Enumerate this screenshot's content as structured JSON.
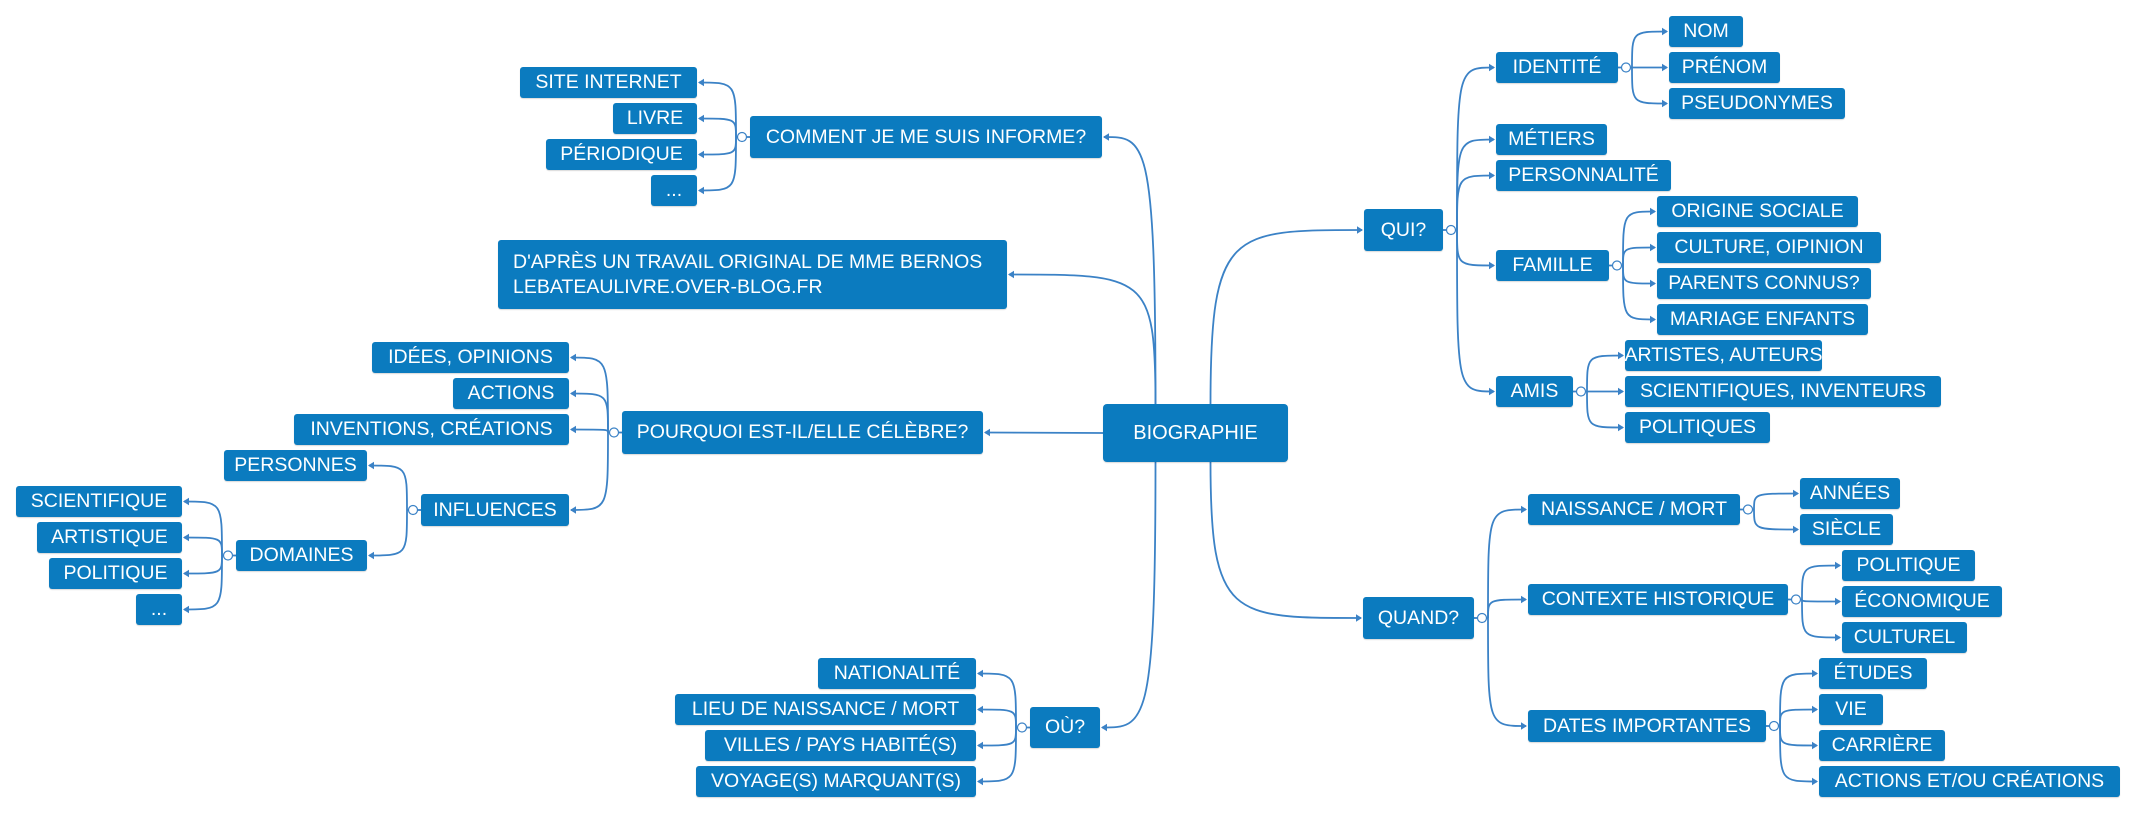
{
  "colors": {
    "node_fill": "#0b7bbf",
    "node_text": "#ffffff",
    "link": "#3b82c6"
  },
  "nodes": {
    "root": "BIOGRAPHIE",
    "comment": "COMMENT JE ME SUIS INFORME?",
    "c_site": "SITE INTERNET",
    "c_livre": "LIVRE",
    "c_periodique": "PÉRIODIQUE",
    "c_etc": "...",
    "note": "D'APRÈS UN TRAVAIL ORIGINAL DE MME BERNOS\nLEBATEAULIVRE.OVER-BLOG.FR",
    "pourquoi": "POURQUOI EST-IL/ELLE CÉLÈBRE?",
    "p_idees": "IDÉES, OPINIONS",
    "p_actions": "ACTIONS",
    "p_inventions": "INVENTIONS, CRÉATIONS",
    "influences": "INFLUENCES",
    "i_personnes": "PERSONNES",
    "domaines": "DOMAINES",
    "d_scientifique": "SCIENTIFIQUE",
    "d_artistique": "ARTISTIQUE",
    "d_politique": "POLITIQUE",
    "d_etc": "...",
    "ou": "OÙ?",
    "o_nationalite": "NATIONALITÉ",
    "o_lieu": "LIEU DE NAISSANCE / MORT",
    "o_villes": "VILLES / PAYS HABITÉ(S)",
    "o_voyages": "VOYAGE(S) MARQUANT(S)",
    "qui": "QUI?",
    "identite": "IDENTITÉ",
    "id_nom": "NOM",
    "id_prenom": "PRÉNOM",
    "id_pseudonymes": "PSEUDONYMES",
    "metiers": "MÉTIERS",
    "personnalite": "PERSONNALITÉ",
    "famille": "FAMILLE",
    "f_origine": "ORIGINE SOCIALE",
    "f_culture": "CULTURE, OIPINION",
    "f_parents": "PARENTS CONNUS?",
    "f_mariage": "MARIAGE ENFANTS",
    "amis": "AMIS",
    "a_artistes": "ARTISTES, AUTEURS",
    "a_scientifiques": "SCIENTIFIQUES, INVENTEURS",
    "a_politiques": "POLITIQUES",
    "quand": "QUAND?",
    "naissance": "NAISSANCE / MORT",
    "n_annees": "ANNÉES",
    "n_siecle": "SIÈCLE",
    "contexte": "CONTEXTE HISTORIQUE",
    "ctx_politique": "POLITIQUE",
    "ctx_economique": "ÉCONOMIQUE",
    "ctx_culturel": "CULTUREL",
    "dates": "DATES IMPORTANTES",
    "dt_etudes": "ÉTUDES",
    "dt_vie": "VIE",
    "dt_carriere": "CARRIÈRE",
    "dt_actions": "ACTIONS ET/OU CRÉATIONS"
  }
}
